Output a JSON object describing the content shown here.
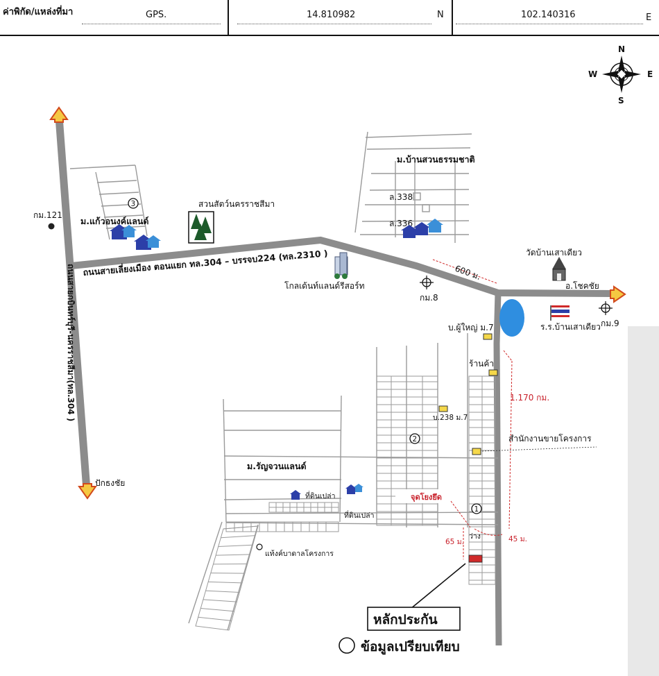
{
  "header": {
    "coord_label": "ค่าพิกัด/แหล่งที่มา",
    "source": "GPS.",
    "lat_value": "14.810982",
    "lat_unit": "N",
    "lon_value": "102.140316",
    "lon_unit": "E"
  },
  "compass": {
    "n": "N",
    "s": "S",
    "e": "E",
    "w": "W"
  },
  "roads": {
    "main_road": "ถนนสายเลี่ยงเมือง ตอนแยก ทล.304 – บรรจบ224 (ทล.2310 )",
    "vertical_road": "ถนนสายกบินทร์บุรี-นครราชสีมา(ทล.304 )",
    "dist_600": "600 ม.",
    "dist_1170": "1.170 กม.",
    "dist_65": "65 ม.",
    "dist_45": "45 ม."
  },
  "places": {
    "km121": "กม.121",
    "km8": "กม.8",
    "km9": "กม.9",
    "pakthongchai": "ปักธงชัย",
    "chokchai": "อ.โชคชัย",
    "kaew_village": "ม.แก้วอนงค์แลนด์",
    "zoo": "สวนสัตว์นครราชสีมา",
    "golden_land": "โกลเด้นท์แลนด์รีสอร์ท",
    "suan_village": "ม.บ้านสวนธรรมชาติ",
    "l338": "ล.338",
    "l336": "ล.336",
    "temple": "วัดบ้านเสาเดียว",
    "school": "ร.ร.บ้านเสาเดียว",
    "headman": "บ.ผู้ใหญ่ ม.7",
    "shop": "ร้านค้า",
    "house_238": "บ.238 ม.7",
    "sales_office": "สำนักงานขายโครงการ",
    "ratchawan_village": "ม.รัญจวนแลนด์",
    "empty_land_1": "ที่ดินเปล่า",
    "empty_land_2": "ที่ดินเปล่า",
    "water_tank": "แท้งค์บาดาลโครงการ",
    "viewpoint": "จุดโยงยึด",
    "vacant": "ว่าง"
  },
  "markers": {
    "m1": "1",
    "m2": "2",
    "m3": "3"
  },
  "legend": {
    "collateral": "หลักประกัน",
    "comparison": "ข้อมูลเปรียบเทียบ"
  },
  "colors": {
    "road": "#8c8c8c",
    "arrow_fill": "#f5c842",
    "arrow_stroke": "#d24a1c",
    "water": "#2f8ee0",
    "collateral": "#d02a2a",
    "house_dark": "#2c3fa8",
    "house_light": "#3b8fd8"
  },
  "icons": [
    "compass-icon",
    "tree-icon",
    "house-icon",
    "temple-icon",
    "thai-flag-icon",
    "building-icon",
    "crosshair-icon",
    "mailbox-icon"
  ]
}
